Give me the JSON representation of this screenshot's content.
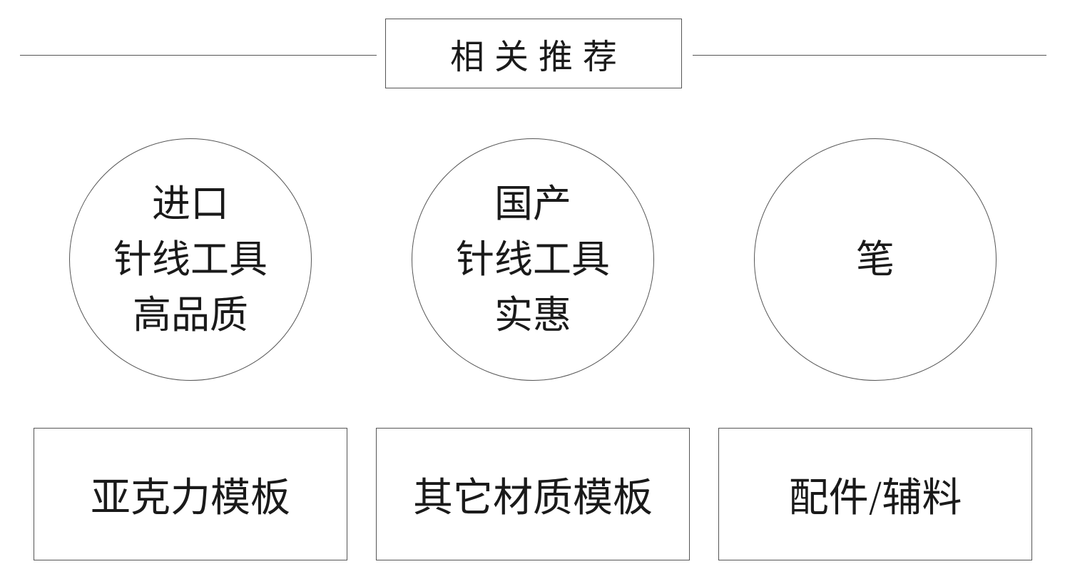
{
  "header": {
    "title": "相关推荐"
  },
  "categories": [
    {
      "lines": [
        "进口",
        "针线工具",
        "高品质"
      ]
    },
    {
      "lines": [
        "国产",
        "针线工具",
        "实惠"
      ]
    },
    {
      "lines": [
        "笔"
      ]
    }
  ],
  "tiles": [
    {
      "label": "亚克力模板"
    },
    {
      "label": "其它材质模板"
    },
    {
      "label": "配件/辅料"
    }
  ],
  "colors": {
    "border": "#555555",
    "text": "#1a1a1a",
    "background": "#ffffff"
  }
}
